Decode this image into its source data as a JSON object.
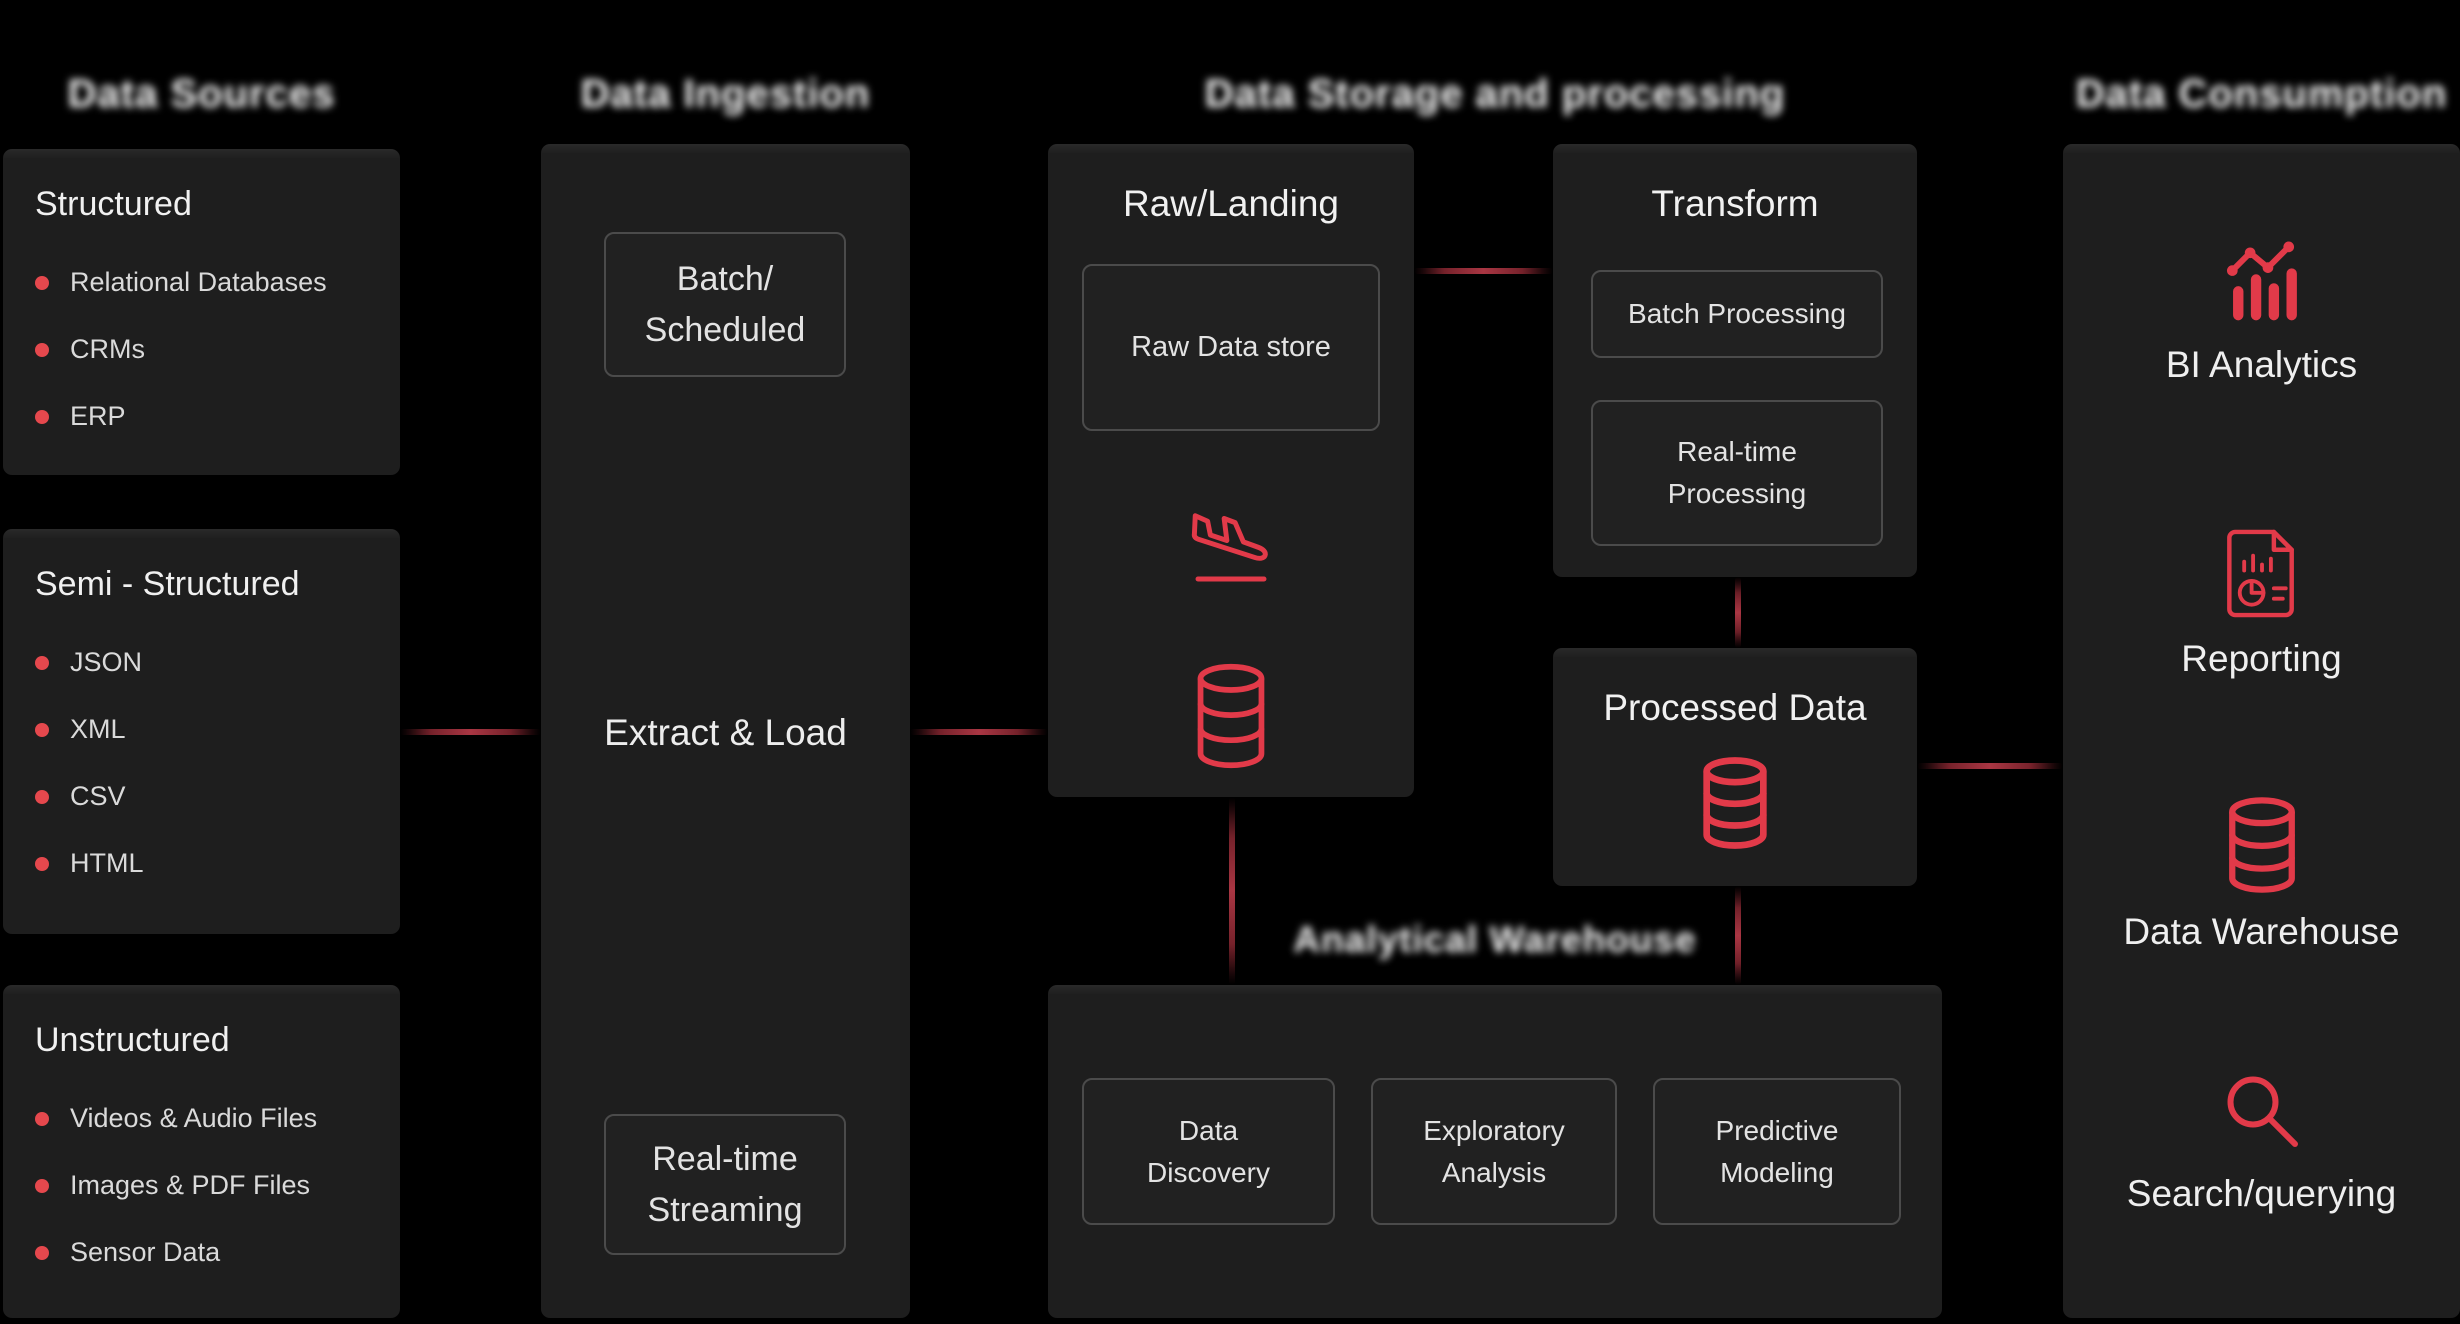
{
  "colors": {
    "accent": "#e23a49",
    "bullet": "#e5484d",
    "connector": "#a93643"
  },
  "headers": {
    "sources": "Data Sources",
    "ingestion": "Data Ingestion",
    "storage": "Data Storage and processing",
    "consumption": "Data Consumption"
  },
  "sources": {
    "groups": [
      {
        "title": "Structured",
        "items": [
          "Relational Databases",
          "CRMs",
          "ERP"
        ]
      },
      {
        "title": "Semi - Structured",
        "items": [
          "JSON",
          "XML",
          "CSV",
          "HTML"
        ]
      },
      {
        "title": "Unstructured",
        "items": [
          "Videos & Audio Files",
          "Images & PDF Files",
          "Sensor Data"
        ]
      }
    ]
  },
  "ingestion": {
    "batch_label": "Batch/ Scheduled",
    "center_label": "Extract & Load",
    "stream_label": "Real-time Streaming"
  },
  "storage": {
    "raw": {
      "title": "Raw/Landing",
      "store_label": "Raw Data store"
    },
    "transform": {
      "title": "Transform",
      "batch_label": "Batch Processing",
      "realtime_label": "Real-time Processing"
    },
    "processed": {
      "title": "Processed Data"
    },
    "warehouse": {
      "title": "Analytical Warehouse",
      "items": [
        "Data Discovery",
        "Exploratory Analysis",
        "Predictive Modeling"
      ]
    }
  },
  "consumption": {
    "items": [
      {
        "label": "BI Analytics"
      },
      {
        "label": "Reporting"
      },
      {
        "label": "Data Warehouse"
      },
      {
        "label": "Search/querying"
      }
    ]
  }
}
